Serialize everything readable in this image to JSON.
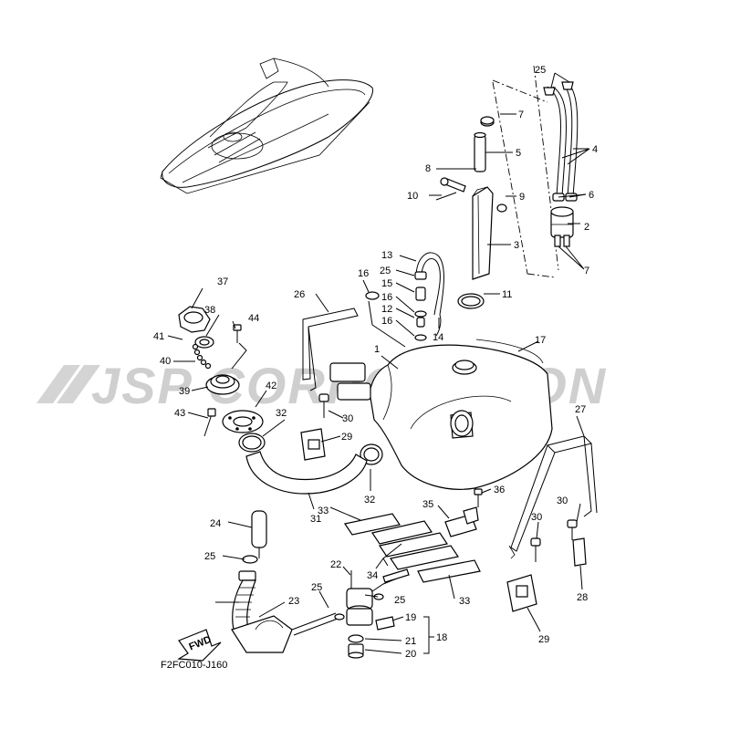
{
  "watermark": {
    "text": "JSP CORPORATION",
    "color": "#cfcfcf"
  },
  "diagram_code": "F2FC010-J160",
  "fwd_label": "FWD",
  "parts": [
    {
      "key": "p1",
      "label": "1"
    },
    {
      "key": "p2",
      "label": "2"
    },
    {
      "key": "p3",
      "label": "3"
    },
    {
      "key": "p4",
      "label": "4"
    },
    {
      "key": "p5",
      "label": "5"
    },
    {
      "key": "p6",
      "label": "6"
    },
    {
      "key": "p7a",
      "label": "7"
    },
    {
      "key": "p7b",
      "label": "7"
    },
    {
      "key": "p8",
      "label": "8"
    },
    {
      "key": "p9",
      "label": "9"
    },
    {
      "key": "p10",
      "label": "10"
    },
    {
      "key": "p11",
      "label": "11"
    },
    {
      "key": "p12",
      "label": "12"
    },
    {
      "key": "p13",
      "label": "13"
    },
    {
      "key": "p14",
      "label": "14"
    },
    {
      "key": "p15",
      "label": "15"
    },
    {
      "key": "p16a",
      "label": "16"
    },
    {
      "key": "p16b",
      "label": "16"
    },
    {
      "key": "p16c",
      "label": "16"
    },
    {
      "key": "p17",
      "label": "17"
    },
    {
      "key": "p18",
      "label": "18"
    },
    {
      "key": "p19",
      "label": "19"
    },
    {
      "key": "p20",
      "label": "20"
    },
    {
      "key": "p21",
      "label": "21"
    },
    {
      "key": "p22",
      "label": "22"
    },
    {
      "key": "p23",
      "label": "23"
    },
    {
      "key": "p24",
      "label": "24"
    },
    {
      "key": "p25a",
      "label": "25"
    },
    {
      "key": "p25b",
      "label": "25"
    },
    {
      "key": "p25c",
      "label": "25"
    },
    {
      "key": "p25d",
      "label": "25"
    },
    {
      "key": "p25e",
      "label": "25"
    },
    {
      "key": "p26",
      "label": "26"
    },
    {
      "key": "p27",
      "label": "27"
    },
    {
      "key": "p28",
      "label": "28"
    },
    {
      "key": "p29a",
      "label": "29"
    },
    {
      "key": "p29b",
      "label": "29"
    },
    {
      "key": "p30a",
      "label": "30"
    },
    {
      "key": "p30b",
      "label": "30"
    },
    {
      "key": "p30c",
      "label": "30"
    },
    {
      "key": "p31",
      "label": "31"
    },
    {
      "key": "p32a",
      "label": "32"
    },
    {
      "key": "p32b",
      "label": "32"
    },
    {
      "key": "p33a",
      "label": "33"
    },
    {
      "key": "p33b",
      "label": "33"
    },
    {
      "key": "p34",
      "label": "34"
    },
    {
      "key": "p35",
      "label": "35"
    },
    {
      "key": "p36",
      "label": "36"
    },
    {
      "key": "p37",
      "label": "37"
    },
    {
      "key": "p38",
      "label": "38"
    },
    {
      "key": "p39",
      "label": "39"
    },
    {
      "key": "p40",
      "label": "40"
    },
    {
      "key": "p41",
      "label": "41"
    },
    {
      "key": "p42",
      "label": "42"
    },
    {
      "key": "p43",
      "label": "43"
    },
    {
      "key": "p44",
      "label": "44"
    }
  ]
}
